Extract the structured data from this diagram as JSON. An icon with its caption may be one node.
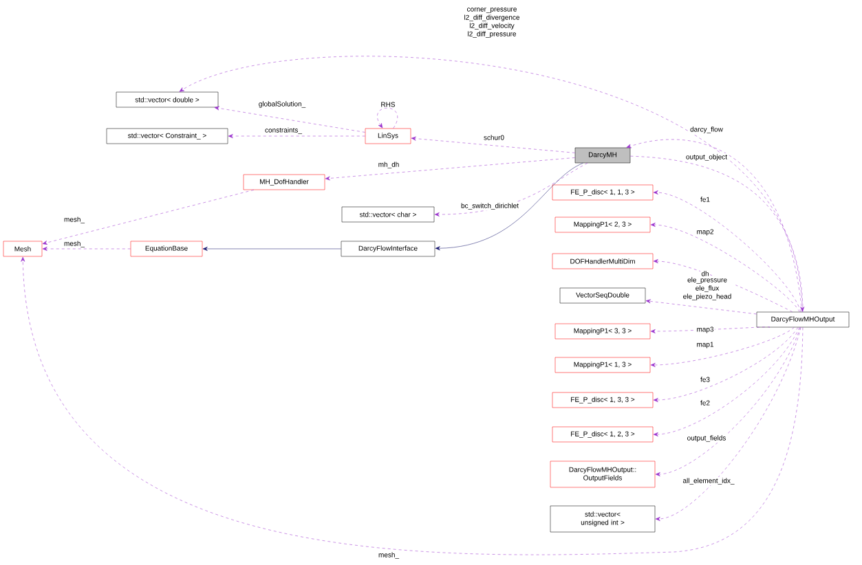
{
  "diagram": {
    "nodes": [
      {
        "text": [
          "std::vector< double >"
        ]
      },
      {
        "text": [
          "std::vector< Constraint_ >"
        ]
      },
      {
        "text": [
          "LinSys"
        ]
      },
      {
        "text": [
          "MH_DofHandler"
        ]
      },
      {
        "text": [
          "std::vector< char >"
        ]
      },
      {
        "text": [
          "Mesh"
        ]
      },
      {
        "text": [
          "EquationBase"
        ]
      },
      {
        "text": [
          "DarcyFlowInterface"
        ]
      },
      {
        "text": [
          "DarcyMH"
        ]
      },
      {
        "text": [
          "FE_P_disc< 1, 1, 3 >"
        ]
      },
      {
        "text": [
          "MappingP1< 2, 3 >"
        ]
      },
      {
        "text": [
          "DOFHandlerMultiDim"
        ]
      },
      {
        "text": [
          "VectorSeqDouble"
        ]
      },
      {
        "text": [
          "MappingP1< 3, 3 >"
        ]
      },
      {
        "text": [
          "MappingP1< 1, 3 >"
        ]
      },
      {
        "text": [
          "FE_P_disc< 1, 3, 3 >"
        ]
      },
      {
        "text": [
          "FE_P_disc< 1, 2, 3 >"
        ]
      },
      {
        "text": [
          "DarcyFlowMHOutput:: OutputFields"
        ]
      },
      {
        "text": [
          "std::vector< unsigned int >"
        ]
      },
      {
        "text": [
          "DarcyFlowMHOutput"
        ]
      }
    ],
    "edges": [
      {
        "from": 2,
        "to": 0,
        "arrow": "to",
        "label": "globalSolution_",
        "style": "dashed"
      },
      {
        "from": 2,
        "to": 1,
        "arrow": "to",
        "label": "constraints_",
        "style": "dashed"
      },
      {
        "from": 2,
        "to": 2,
        "arrow": "to",
        "label": "RHS",
        "style": "dashed"
      },
      {
        "from": 8,
        "to": 2,
        "arrow": "to",
        "label": "schur0",
        "style": "dashed"
      },
      {
        "from": 8,
        "to": 3,
        "arrow": "to",
        "label": "mh_dh",
        "style": "dashed"
      },
      {
        "from": 8,
        "to": 4,
        "arrow": "to",
        "label": "bc_switch_dirichlet",
        "style": "dashed"
      },
      {
        "from": 3,
        "to": 5,
        "arrow": "to",
        "label": "mesh_",
        "style": "dashed"
      },
      {
        "from": 6,
        "to": 5,
        "arrow": "to",
        "label": "mesh_",
        "style": "dashed"
      },
      {
        "from": 7,
        "to": 6,
        "arrow": "to",
        "color": "#191970"
      },
      {
        "from": 8,
        "to": 7,
        "arrow": "to",
        "color": "#191970"
      },
      {
        "from": 19,
        "to": 8,
        "arrow": "to",
        "label": "darcy_flow",
        "style": "dashed"
      },
      {
        "from": 8,
        "to": 19,
        "arrow": "to",
        "label": "output_object",
        "style": "dashed"
      },
      {
        "from": 19,
        "to": 0,
        "arrow": "to",
        "label": "corner_pressure l2_diff_divergence l2_diff_velocity l2_diff_pressure",
        "style": "dashed"
      },
      {
        "from": 19,
        "to": 9,
        "arrow": "to",
        "label": "fe1",
        "style": "dashed"
      },
      {
        "from": 19,
        "to": 10,
        "arrow": "to",
        "label": "map2",
        "style": "dashed"
      },
      {
        "from": 19,
        "to": 11,
        "arrow": "to",
        "label": "dh",
        "style": "dashed"
      },
      {
        "from": 19,
        "to": 12,
        "arrow": "to",
        "label": "ele_pressure ele_flux ele_piezo_head",
        "style": "dashed"
      },
      {
        "from": 19,
        "to": 13,
        "arrow": "to",
        "label": "map3",
        "style": "dashed"
      },
      {
        "from": 19,
        "to": 14,
        "arrow": "to",
        "label": "map1",
        "style": "dashed"
      },
      {
        "from": 19,
        "to": 15,
        "arrow": "to",
        "label": "fe3",
        "style": "dashed"
      },
      {
        "from": 19,
        "to": 16,
        "arrow": "to",
        "label": "fe2",
        "style": "dashed"
      },
      {
        "from": 19,
        "to": 17,
        "arrow": "to",
        "label": "output_fields",
        "style": "dashed"
      },
      {
        "from": 19,
        "to": 18,
        "arrow": "to",
        "label": "all_element_idx_",
        "style": "dashed"
      },
      {
        "from": 19,
        "to": 5,
        "arrow": "to",
        "label": "mesh_",
        "style": "dashed"
      }
    ]
  }
}
